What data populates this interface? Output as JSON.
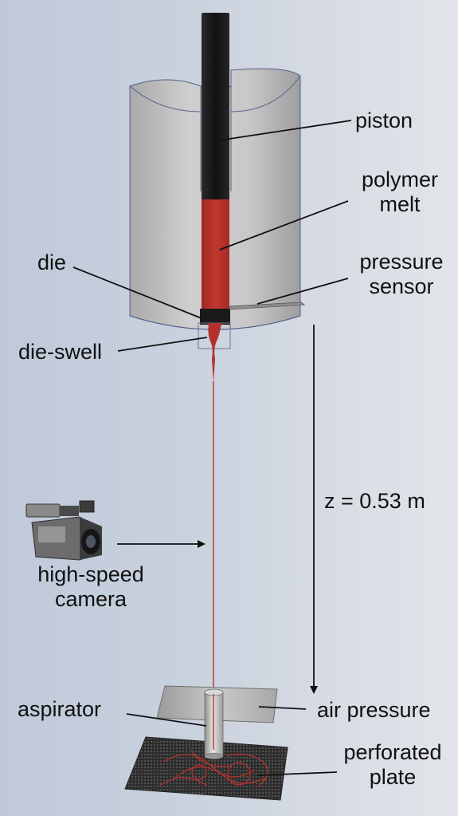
{
  "labels": {
    "piston": "piston",
    "polymer_melt_line1": "polymer",
    "polymer_melt_line2": "melt",
    "pressure_sensor_line1": "pressure",
    "pressure_sensor_line2": "sensor",
    "die": "die",
    "die_swell": "die-swell",
    "distance": "z = 0.53 m",
    "camera_line1": "high-speed",
    "camera_line2": "camera",
    "aspirator": "aspirator",
    "air_pressure": "air pressure",
    "perforated_plate_line1": "perforated",
    "perforated_plate_line2": "plate"
  },
  "colors": {
    "background": "#c9d1de",
    "barrel": "#c4c4c4",
    "piston": "#1b1b1b",
    "polymer_melt": "#b3302c",
    "fiber": "#c0392b",
    "arrow": "#111111"
  },
  "icons": {
    "camera": "video-camera-icon"
  }
}
